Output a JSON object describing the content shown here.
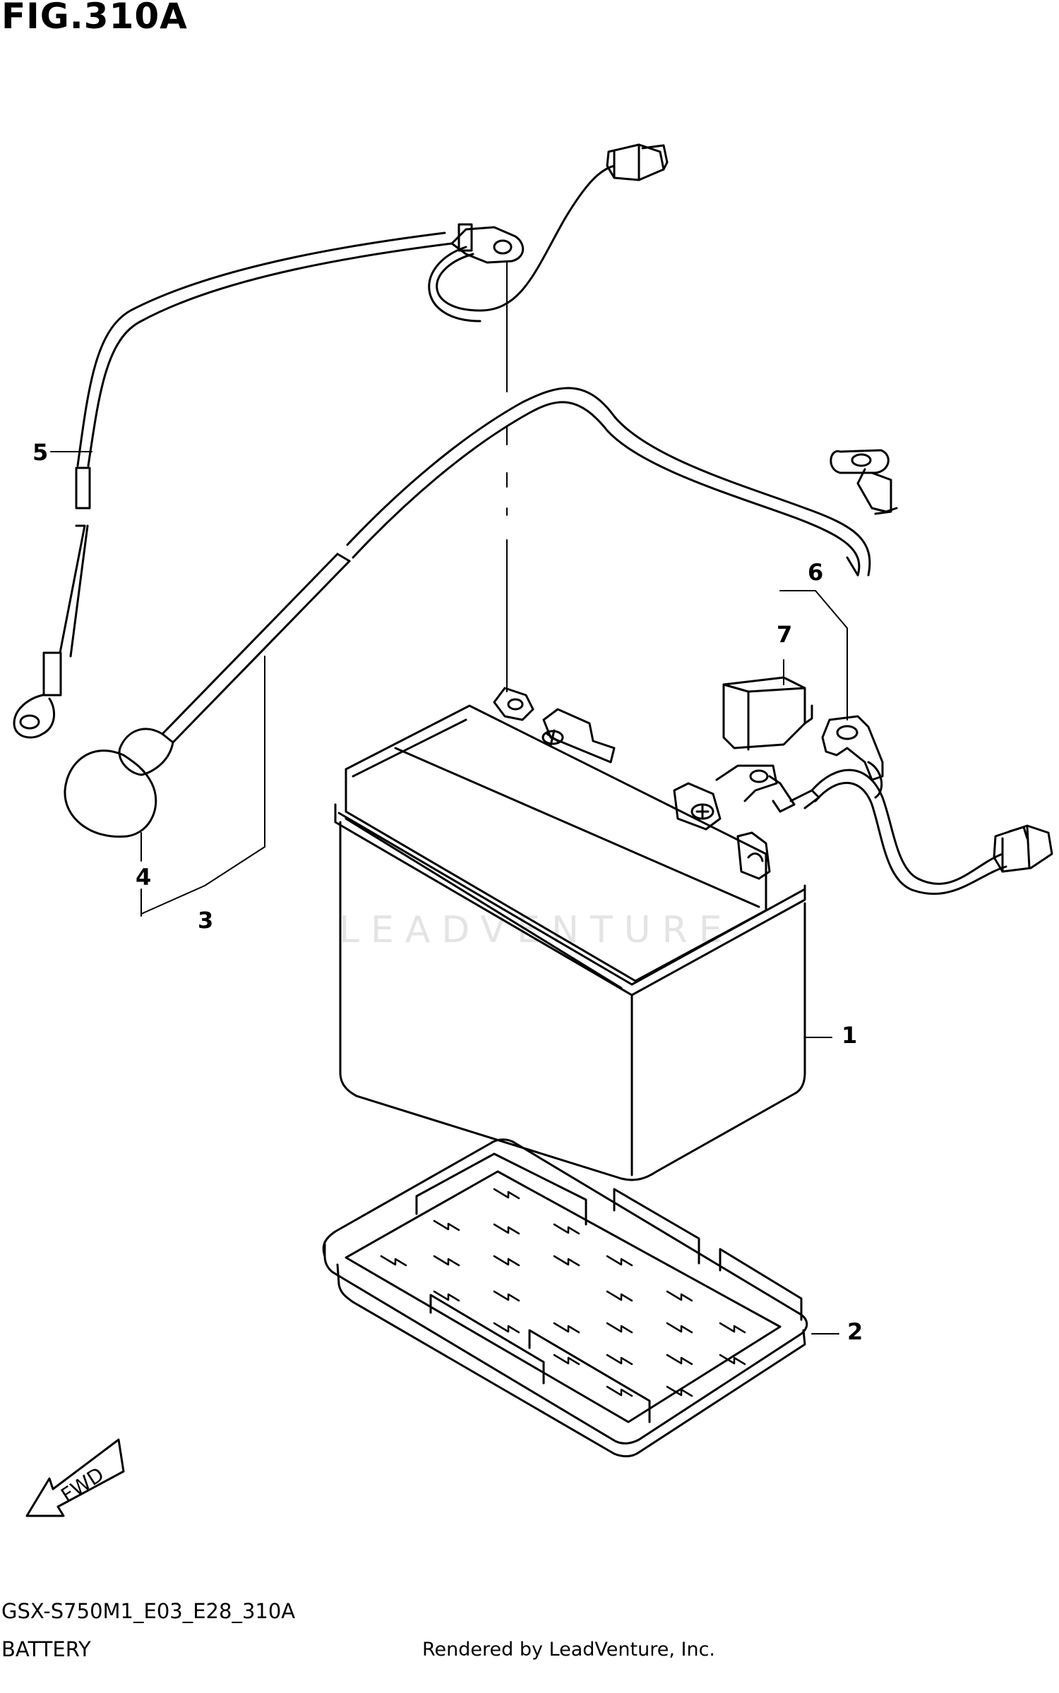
{
  "figure": {
    "title": "FIG.310A",
    "code": "GSX-S750M1_E03_E28_310A",
    "name": "BATTERY",
    "credit": "Rendered by LeadVenture, Inc.",
    "watermark": "LEADVENTURE",
    "fwd_label": "FWD"
  },
  "callouts": [
    {
      "id": "1"
    },
    {
      "id": "2"
    },
    {
      "id": "3"
    },
    {
      "id": "4"
    },
    {
      "id": "5"
    },
    {
      "id": "6"
    },
    {
      "id": "7"
    }
  ]
}
